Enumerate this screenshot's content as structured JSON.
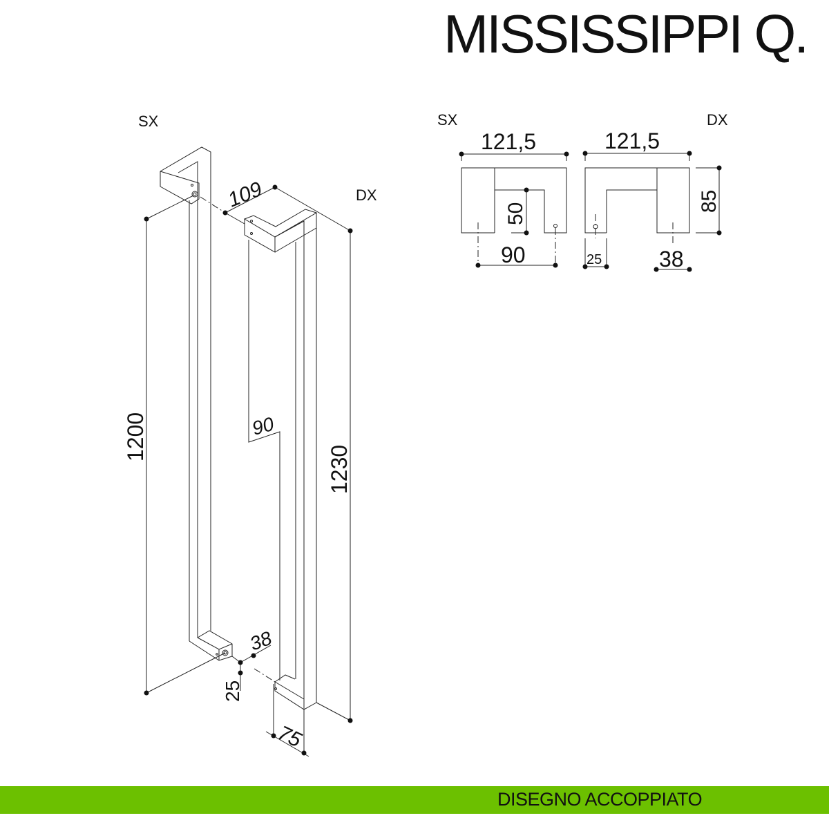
{
  "title": "MISSISSIPPI Q.",
  "footer": {
    "label": "DISEGNO ACCOPPIATO",
    "color": "#6cc000"
  },
  "isometric": {
    "left_label": "SX",
    "right_label": "DX",
    "dims": {
      "length_sx": "1200",
      "length_dx": "1230",
      "projection": "109",
      "depth_inner": "90",
      "width": "38",
      "thickness": "25",
      "foot": "75"
    }
  },
  "profiles": {
    "sx": {
      "label": "SX",
      "width": "121,5",
      "inner_height": "50",
      "hole_spacing": "90"
    },
    "dx": {
      "label": "DX",
      "width": "121,5",
      "height": "85",
      "offset": "25",
      "leg": "38"
    }
  }
}
